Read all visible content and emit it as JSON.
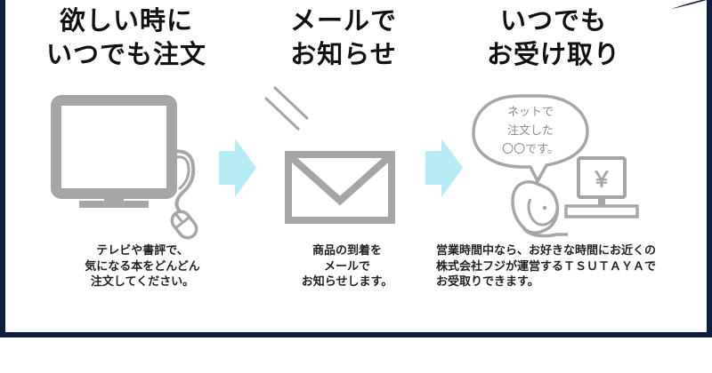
{
  "steps": [
    {
      "heading": [
        "欲しい時に",
        "いつでも注文"
      ],
      "description": [
        "テレビや書評で、",
        "気になる本をどんどん",
        "注文してください。"
      ],
      "icon": "computer-monitor-icon"
    },
    {
      "heading": [
        "メールで",
        "お知らせ"
      ],
      "description": [
        "商品の到着を",
        "メールで",
        "お知らせします。"
      ],
      "icon": "envelope-icon"
    },
    {
      "heading": [
        "いつでも",
        "お受け取り"
      ],
      "description": [
        "営業時間中なら、お好きな時間にお近くの",
        "株式会社フジが運営するＴＳＵＴＡＹＡで",
        "お受取りできます。"
      ],
      "icon": "store-pickup-icon",
      "speech_bubble": [
        "ネットで",
        "注文した",
        "〇〇です。"
      ],
      "register_symbol": "￥"
    }
  ],
  "colors": {
    "icon_gray": "#a6a6a6",
    "arrow_cyan": "#b6ecf6",
    "frame_navy": "#0d1d42",
    "text": "#222222"
  }
}
